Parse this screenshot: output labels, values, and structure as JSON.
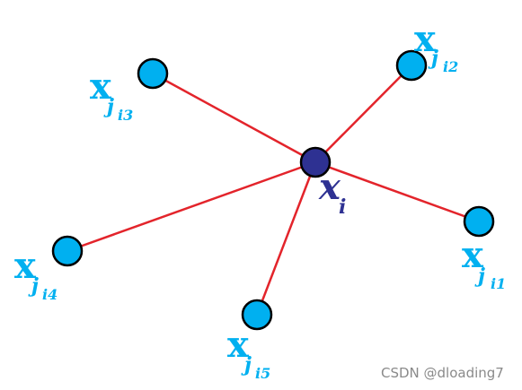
{
  "colors": {
    "edge": "#e3242b",
    "neighbor_fill": "#00b0f0",
    "neighbor_label": "#00b0f0",
    "center_fill": "#2e3192",
    "center_label": "#2e3192",
    "node_stroke": "#000000",
    "watermark": "#8a8a8a"
  },
  "center_node": {
    "label_main": "x",
    "label_sub": "i"
  },
  "neighbor_nodes": [
    {
      "label_main": "x",
      "label_sub": "j",
      "label_sub2": "i1"
    },
    {
      "label_main": "x",
      "label_sub": "j",
      "label_sub2": "i2"
    },
    {
      "label_main": "x",
      "label_sub": "j",
      "label_sub2": "i3"
    },
    {
      "label_main": "x",
      "label_sub": "j",
      "label_sub2": "i4"
    },
    {
      "label_main": "x",
      "label_sub": "j",
      "label_sub2": "i5"
    }
  ],
  "watermark": "CSDN @dloading7"
}
